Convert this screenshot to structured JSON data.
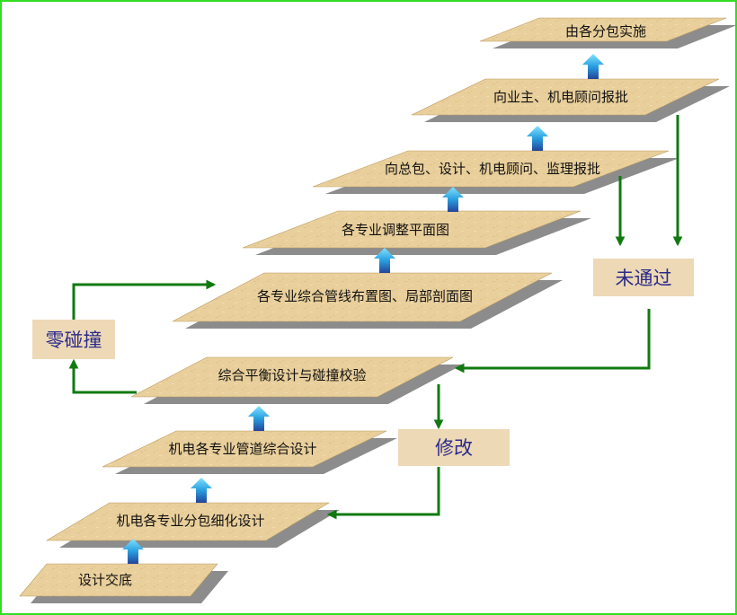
{
  "steps": {
    "s1": "设计交底",
    "s2": "机电各专业分包细化设计",
    "s3": "机电各专业管道综合设计",
    "s4": "综合平衡设计与碰撞校验",
    "s5": "各专业综合管线布置图、局部剖面图",
    "s6": "各专业调整平面图",
    "s7": "向总包、设计、机电顾问、监理报批",
    "s8": "向业主、机电顾问报批",
    "s9": "由各分包实施"
  },
  "notes": {
    "zero_collision": "零碰撞",
    "not_passed": "未通过",
    "modify": "修改"
  },
  "colors": {
    "plane": "#e9cf9b",
    "plane_shadow": "#8c8c8c",
    "flow_arrow": "#107a10",
    "up_arrow": "#2a9fe0",
    "frame": "#33dd22",
    "note_bg": "#edd9b6",
    "note_text": "#2b2a8a"
  }
}
